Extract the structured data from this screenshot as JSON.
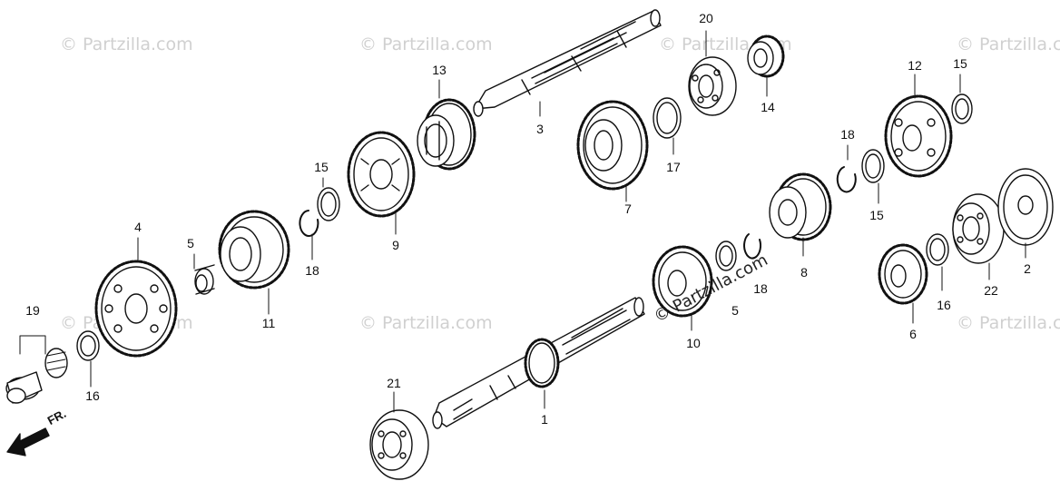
{
  "watermark": "© Partzilla.com",
  "direction_label": "FR.",
  "callouts": {
    "c1": "1",
    "c2": "2",
    "c3": "3",
    "c4": "4",
    "c5a": "5",
    "c5b": "5",
    "c6": "6",
    "c7": "7",
    "c8": "8",
    "c9": "9",
    "c10": "10",
    "c11": "11",
    "c12": "12",
    "c13": "13",
    "c14": "14",
    "c15a": "15",
    "c15b": "15",
    "c15c": "15",
    "c16a": "16",
    "c16b": "16",
    "c17": "17",
    "c18a": "18",
    "c18b": "18",
    "c18c": "18",
    "c19": "19",
    "c20": "20",
    "c21": "21",
    "c22": "22"
  }
}
